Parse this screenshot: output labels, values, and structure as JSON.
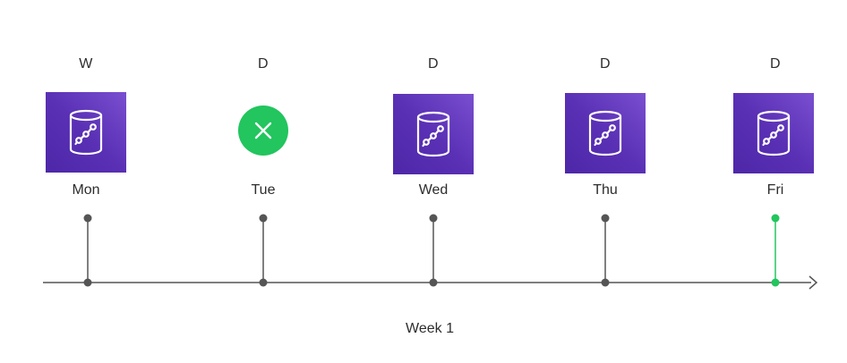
{
  "days": [
    {
      "day": "Mon",
      "backup_type": "W",
      "status": "success",
      "icon": "database-snapshot-icon",
      "current": false
    },
    {
      "day": "Tue",
      "backup_type": "D",
      "status": "failed",
      "icon": "close-icon",
      "current": false
    },
    {
      "day": "Wed",
      "backup_type": "D",
      "status": "success",
      "icon": "database-snapshot-icon",
      "current": false
    },
    {
      "day": "Thu",
      "backup_type": "D",
      "status": "success",
      "icon": "database-snapshot-icon",
      "current": false
    },
    {
      "day": "Fri",
      "backup_type": "D",
      "status": "success",
      "icon": "database-snapshot-icon",
      "current": true
    }
  ],
  "week_label": "Week 1",
  "colors": {
    "tile": "#4d27a8",
    "failed": "#22c55e",
    "current": "#22c55e",
    "marker": "#555555",
    "axis": "#555555"
  }
}
